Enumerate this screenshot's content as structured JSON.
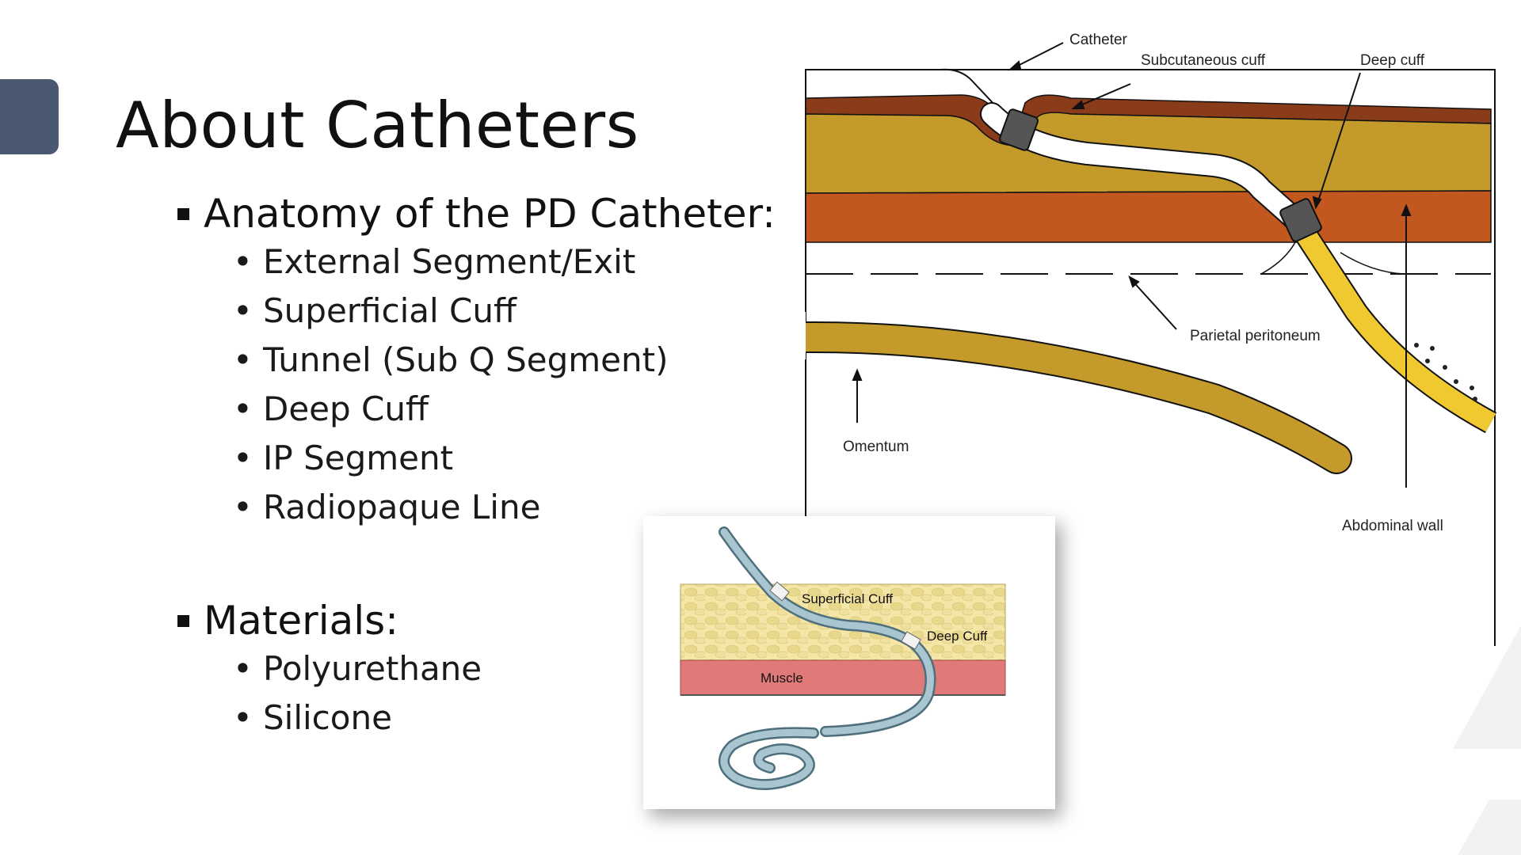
{
  "slide": {
    "title": "About Catheters"
  },
  "sections": [
    {
      "heading": "Anatomy of the PD Catheter:",
      "items": [
        "External Segment/Exit",
        "Superficial Cuff",
        "Tunnel (Sub Q Segment)",
        "Deep Cuff",
        "IP Segment",
        "Radiopaque Line"
      ]
    },
    {
      "heading": "Materials:",
      "items": [
        "Polyurethane",
        "Silicone"
      ]
    }
  ],
  "diagram": {
    "labels": {
      "catheter": "Catheter",
      "subcutaneous_cuff": "Subcutaneous cuff",
      "deep_cuff": "Deep cuff",
      "parietal_peritoneum": "Parietal peritoneum",
      "omentum": "Omentum",
      "abdominal_wall": "Abdominal wall"
    }
  },
  "inset": {
    "labels": {
      "superficial_cuff": "Superficial Cuff",
      "deep_cuff": "Deep Cuff",
      "muscle": "Muscle"
    }
  },
  "colors": {
    "accent": "#4a5870",
    "fat_layer": "#c49a2a",
    "muscle_layer": "#c2571f",
    "skin_layer": "#8a3b1a",
    "catheter_internal": "#f0c830",
    "cuff": "#555555"
  }
}
